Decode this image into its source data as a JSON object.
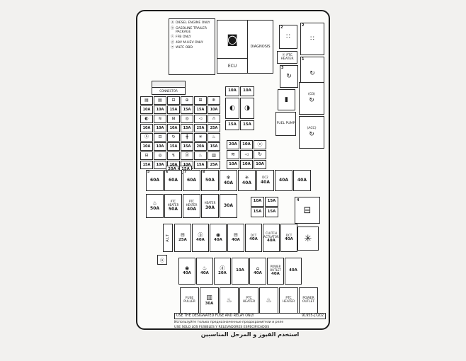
{
  "colors": {
    "page_bg": "#f2f1ef",
    "panel_bg": "#fcfcfa",
    "line": "#1c1c1c"
  },
  "icons": {
    "connector": "▤",
    "battery": "⊟",
    "ign": "⊕",
    "trailer": "⊞",
    "ac": "❄",
    "headlight": "◐",
    "fog": "≋",
    "abs": "◎",
    "horn": "◅",
    "wiper": "∩",
    "circle-a": "ⓐ",
    "circle-b": "ⓑ",
    "circle-d": "ⓓ",
    "circle-e": "ⓔ",
    "relay": "↻",
    "sensor": "╋",
    "fan": "✳",
    "coil": "♨",
    "starter": "↯",
    "heater": "♨",
    "pump": "▥",
    "snowflake": "❄",
    "glow": "♨",
    "vacuum": "◉",
    "seat-heat": "♨",
    "vehicle": "⌂",
    "high-beam": "◐",
    "low-beam": "◑",
    "cooling-fan": "✳",
    "fuel-pump": "▮",
    "relay-pins": "∷",
    "projector": "◙"
  },
  "legend": {
    "items": [
      {
        "k": "ⓐ",
        "t": "DIESEL ENGINE ONLY"
      },
      {
        "k": "ⓑ",
        "t": "GASOLINE TRAILER PACKAGE"
      },
      {
        "k": "ⓒ",
        "t": "FFB ONLY"
      },
      {
        "k": "ⓓ",
        "t": "48V M-HEV ONLY"
      },
      {
        "k": "ⓔ",
        "t": "WLTC OBD"
      }
    ]
  },
  "ecu_box": {
    "ecu": "ECU",
    "diagnosis": "DIAGNOSIS"
  },
  "connector": {
    "label": "CONNECTOR"
  },
  "relay_area": {
    "r1": {
      "n": "2"
    },
    "r2": {
      "n": "2"
    },
    "ptc_label": "ⓐ PTC HEATER",
    "r3": {
      "n": "3"
    },
    "r4": {
      "n": "1"
    },
    "g3_label": "(G3)",
    "fuel_pump_label": "FUEL PUMP",
    "acc_label": "(ACC)"
  },
  "grid": {
    "cells": [
      {
        "i": "connector"
      },
      {
        "i": "connector"
      },
      {
        "i": "battery"
      },
      {
        "i": "ign"
      },
      {
        "i": "trailer"
      },
      {
        "i": "ac"
      },
      {
        "r": "10A"
      },
      {
        "r": "10A"
      },
      {
        "r": "15A"
      },
      {
        "r": "15A"
      },
      {
        "r": "15A"
      },
      {
        "r": "10A"
      },
      {
        "i": "headlight"
      },
      {
        "i": "fog"
      },
      {
        "i": "battery"
      },
      {
        "i": "abs"
      },
      {
        "i": "horn"
      },
      {
        "i": "wiper"
      },
      {
        "r": "10A"
      },
      {
        "r": "10A"
      },
      {
        "r": "10A"
      },
      {
        "r": "15A"
      },
      {
        "r": "25A"
      },
      {
        "r": "25A"
      },
      {
        "i": "circle-b"
      },
      {
        "i": "battery"
      },
      {
        "i": "relay"
      },
      {
        "i": "sensor"
      },
      {
        "i": "fan"
      },
      {
        "i": "coil"
      },
      {
        "r": "10A"
      },
      {
        "r": "10A"
      },
      {
        "r": "15A"
      },
      {
        "r": "15A"
      },
      {
        "r": "20A"
      },
      {
        "r": "15A"
      },
      {
        "i": "battery"
      },
      {
        "i": "abs"
      },
      {
        "i": "starter"
      },
      {
        "i": "circle-a"
      },
      {
        "i": "heater"
      },
      {
        "i": "pump"
      },
      {
        "r": "15A"
      },
      {
        "r": "10A"
      },
      {
        "r": "10A"
      },
      {
        "r": "10A"
      },
      {
        "r": "15A"
      },
      {
        "r": "25A"
      }
    ],
    "extra": [
      {
        "r": "20A"
      },
      {
        "r": "15A"
      }
    ]
  },
  "side": {
    "pair1": [
      {
        "r": "10A"
      },
      {
        "r": "10A"
      }
    ],
    "tall": [
      {
        "i": "high-beam"
      },
      {
        "i": "low-beam"
      }
    ],
    "pair2": [
      {
        "r": "15A"
      },
      {
        "r": "15A"
      }
    ],
    "cluster": [
      {
        "r": "20A"
      },
      {
        "r": "10A"
      },
      {
        "i": "circle-e"
      },
      {
        "i": "fog"
      },
      {
        "i": "horn"
      },
      {
        "i": "relay"
      },
      {
        "r": "10A"
      },
      {
        "r": "10A"
      },
      {
        "r": "10A"
      }
    ]
  },
  "row1": {
    "cells": [
      {
        "n": "5",
        "r": "60A"
      },
      {
        "n": "6",
        "r": "60A"
      },
      {
        "n": "7",
        "r": "60A"
      },
      {
        "n": "8",
        "r": "50A"
      },
      {
        "i": "snowflake",
        "r": "40A"
      },
      {
        "i": "fan",
        "r": "40A"
      },
      {
        "l": "DC2",
        "r": "40A"
      },
      {
        "r": "40A"
      },
      {
        "r": "40A"
      }
    ]
  },
  "row2": {
    "cells": [
      {
        "i": "glow",
        "r": "50A"
      },
      {
        "l": "PTC HEATER",
        "r": "50A"
      },
      {
        "l": "PTC HEATER",
        "r": "40A"
      },
      {
        "l": "HEATER",
        "r": "30A"
      },
      {
        "r": "30A"
      }
    ],
    "cluster": [
      {
        "r": "10A"
      },
      {
        "r": "15A"
      },
      {
        "r": "15A"
      },
      {
        "r": "15A"
      }
    ]
  },
  "box4": {
    "n": "4"
  },
  "alt": {
    "tab": "ALT",
    "cells": [
      {
        "i": "battery",
        "r": "25A"
      },
      {
        "i": "circle-b",
        "r": "40A"
      },
      {
        "i": "vacuum",
        "r": "40A"
      },
      {
        "i": "battery",
        "r": "40A"
      },
      {
        "l": "DCT",
        "r": "40A"
      },
      {
        "l": "CLUTCH ACTUATOR",
        "r": "40A"
      },
      {
        "l": "DCT",
        "r": "40A"
      }
    ]
  },
  "row4": {
    "cells": [
      {
        "i": "vacuum",
        "r": "40A"
      },
      {
        "i": "seat-heat",
        "r": "40A"
      },
      {
        "i": "circle-d",
        "r": "20A"
      },
      {
        "r": "10A"
      },
      {
        "i": "vehicle",
        "r": "40A"
      },
      {
        "l": "POWER OUTLET",
        "r": "40A"
      },
      {
        "r": "40A"
      }
    ]
  },
  "bottom": {
    "cells": [
      {
        "l": "FUSE PULLER"
      },
      {
        "i": "pump",
        "r": "30A"
      },
      {
        "i": "glow"
      },
      {
        "l": "PTC HEATER"
      },
      {
        "i": "glow"
      },
      {
        "l": "PTC HEATER"
      },
      {
        "l": "POWER OUTLET"
      }
    ]
  },
  "footer": {
    "en": "USE THE DESIGNATED FUSE AND RELAY ONLY",
    "part": "91955-J7202",
    "ru": "Используйте только предназначенные предохранители и реле",
    "es": "USE SOLO LOS FUSIBLES Y RELEVADORES ESPECIFICADOS",
    "ar": "استخدم الفيوز و المرحل المناسبين"
  }
}
